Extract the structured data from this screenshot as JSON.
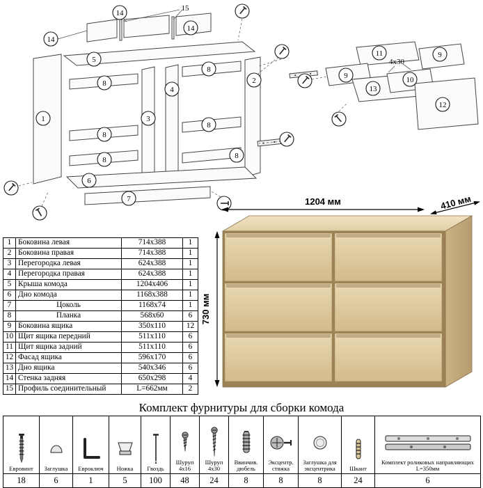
{
  "page": {
    "title": "Комплект фурнитуры для сборки комода"
  },
  "dresser": {
    "width_label": "1204 мм",
    "depth_label": "410 мм",
    "height_label": "730 мм"
  },
  "parts_table": {
    "rows": [
      {
        "num": "1",
        "name": "Боковина левая",
        "size": "714x388",
        "qty": "1"
      },
      {
        "num": "2",
        "name": "Боковина правая",
        "size": "714x388",
        "qty": "1"
      },
      {
        "num": "3",
        "name": "Перегородка левая",
        "size": "624x388",
        "qty": "1"
      },
      {
        "num": "4",
        "name": "Перегородка правая",
        "size": "624x388",
        "qty": "1"
      },
      {
        "num": "5",
        "name": "Крыша комода",
        "size": "1204x406",
        "qty": "1"
      },
      {
        "num": "6",
        "name": "Дно комода",
        "size": "1168x388",
        "qty": "1"
      },
      {
        "num": "7",
        "name": "Цоколь",
        "size": "1168x74",
        "qty": "1"
      },
      {
        "num": "8",
        "name": "Планка",
        "size": "568x60",
        "qty": "6"
      },
      {
        "num": "9",
        "name": "Боковина ящика",
        "size": "350x110",
        "qty": "12"
      },
      {
        "num": "10",
        "name": "Щит ящика передний",
        "size": "511x110",
        "qty": "6"
      },
      {
        "num": "11",
        "name": "Щит ящика задний",
        "size": "511x110",
        "qty": "6"
      },
      {
        "num": "12",
        "name": "Фасад ящика",
        "size": "596x170",
        "qty": "6"
      },
      {
        "num": "13",
        "name": "Дно ящика",
        "size": "540x346",
        "qty": "6"
      },
      {
        "num": "14",
        "name": "Стенка задняя",
        "size": "650x298",
        "qty": "4"
      },
      {
        "num": "15",
        "name": "Профиль соединительный",
        "size": "L=662мм",
        "qty": "2"
      }
    ]
  },
  "hardware_table": {
    "items": [
      {
        "icon": "euro-screw-icon",
        "name": "Евровинт",
        "qty": "18"
      },
      {
        "icon": "cover-cap-icon",
        "name": "Заглушка",
        "qty": "6"
      },
      {
        "icon": "hex-key-icon",
        "name": "Евроключ",
        "qty": "1"
      },
      {
        "icon": "furniture-leg-icon",
        "name": "Ножка",
        "qty": "5"
      },
      {
        "icon": "nail-icon",
        "name": "Гвоздь",
        "qty": "100"
      },
      {
        "icon": "screw-4x16-icon",
        "name": "Шуруп 4x16",
        "qty": "48"
      },
      {
        "icon": "screw-4x30-icon",
        "name": "Шуруп 4x30",
        "qty": "24"
      },
      {
        "icon": "screw-in-dowel-icon",
        "name": "Ввинчив. дюбель",
        "qty": "8"
      },
      {
        "icon": "cam-lock-icon",
        "name": "Эксцентр. стяжка",
        "qty": "8"
      },
      {
        "icon": "cam-cover-icon",
        "name": "Заглушка для эксцентрика",
        "qty": "8"
      },
      {
        "icon": "wood-dowel-icon",
        "name": "Шкант",
        "qty": "24"
      },
      {
        "icon": "drawer-slides-icon",
        "name": "Комплект роликовых направляющих L=350мм",
        "qty": "6"
      }
    ]
  },
  "diagram": {
    "callouts": [
      "15",
      "14",
      "14",
      "14",
      "1",
      "5",
      "8",
      "8",
      "8",
      "8",
      "8",
      "8",
      "3",
      "4",
      "2",
      "6",
      "7",
      "11",
      "9",
      "9",
      "13",
      "10",
      "12"
    ],
    "screw_size_label": "4x30"
  },
  "colors": {
    "wood_light": "#e5d3ab",
    "wood_mid": "#d0b98a",
    "wood_dark": "#9c8257"
  }
}
